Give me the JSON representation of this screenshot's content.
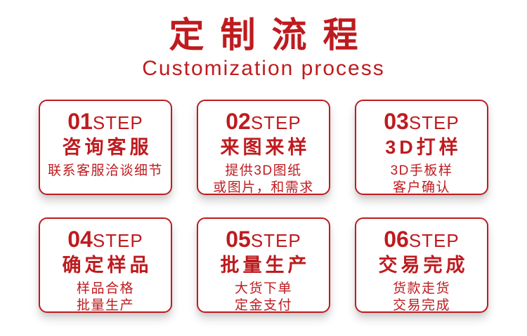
{
  "theme": {
    "accent_red": "#be1b1f",
    "background": "#ffffff"
  },
  "header": {
    "title": "定制流程",
    "subtitle": "Customization process"
  },
  "steps": [
    {
      "number": "01",
      "step_label": "STEP",
      "title": "咨询客服",
      "lines": [
        "联系客服洽谈细节"
      ]
    },
    {
      "number": "02",
      "step_label": "STEP",
      "title": "来图来样",
      "lines": [
        "提供3D图纸",
        "或图片，和需求"
      ]
    },
    {
      "number": "03",
      "step_label": "STEP",
      "title": "3D打样",
      "lines": [
        "3D手板样",
        "客户确认"
      ]
    },
    {
      "number": "04",
      "step_label": "STEP",
      "title": "确定样品",
      "lines": [
        "样品合格",
        "批量生产"
      ]
    },
    {
      "number": "05",
      "step_label": "STEP",
      "title": "批量生产",
      "lines": [
        "大货下单",
        "定金支付"
      ]
    },
    {
      "number": "06",
      "step_label": "STEP",
      "title": "交易完成",
      "lines": [
        "货款走货",
        "交易完成"
      ]
    }
  ]
}
